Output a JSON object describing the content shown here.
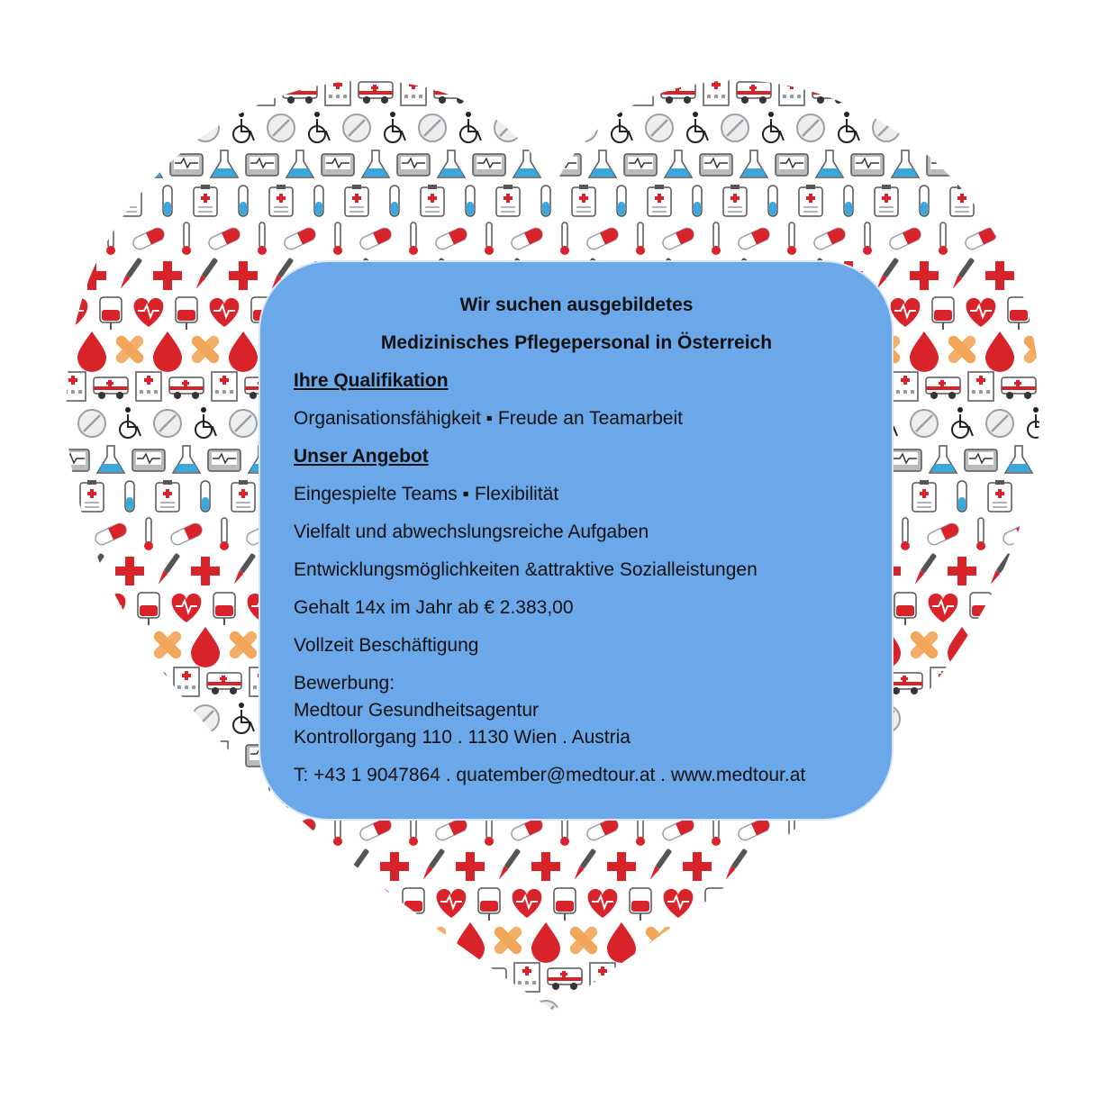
{
  "card": {
    "heading_1": "Wir suchen ausgebildetes",
    "heading_2": "Medizinisches Pflegepersonal  in Österreich",
    "section_qualifikation": "Ihre Qualifikation",
    "qualifikation_line": "Organisationsfähigkeit ▪ Freude an Teamarbeit",
    "section_angebot": "Unser Angebot",
    "angebot_items": [
      "Eingespielte Teams ▪ Flexibilität",
      "Vielfalt und abwechslungsreiche Aufgaben",
      "Entwicklungsmöglichkeiten &attraktive Sozialleistungen",
      "Gehalt 14x im Jahr ab  € 2.383,00",
      "Vollzeit Beschäftigung"
    ],
    "bewerbung_label": "Bewerbung:",
    "company": "Medtour Gesundheitsagentur",
    "address": "Kontrollorgang 110 . 1130 Wien . Austria",
    "contact": "T: +43 1 9047864 . quatember@medtour.at . www.medtour.at"
  },
  "background": {
    "shape": "heart",
    "icons": [
      "blood-drop-icon",
      "heart-ecg-icon",
      "red-cross-icon",
      "pill-capsule-icon",
      "test-tube-icon",
      "flask-icon",
      "wheelchair-icon",
      "ambulance-icon",
      "bandage-icon",
      "iv-bag-icon",
      "scalpel-icon",
      "thermometer-icon",
      "clipboard-icon",
      "monitor-icon",
      "tablet-icon",
      "hospital-icon"
    ],
    "colors": {
      "red": "#d8232a",
      "blue": "#3aa7dd",
      "gray": "#9aa0a6",
      "orange": "#f2a65a"
    }
  },
  "accent_color": "#6aa8ea"
}
